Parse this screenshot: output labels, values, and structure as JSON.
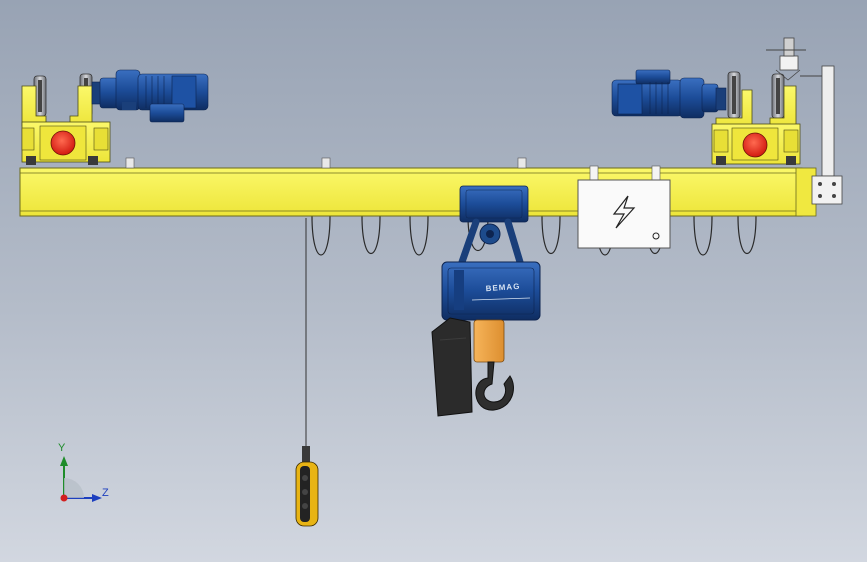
{
  "scene": {
    "hoist_nameplate": "BEMAG",
    "electrical_panel_symbol": "high-voltage-icon",
    "colors": {
      "girder": "#f7f24a",
      "girder_outline": "#6b6a1c",
      "motor": "#1c4c98",
      "hoist_body": "#1d4b8c",
      "chain_bag": "#2b2b2b",
      "hook_block": "#f0a848",
      "end_carriage": "#f2ea3f",
      "buffer": "#e8261c",
      "pendant": "#e8b414"
    }
  },
  "axis_triad": {
    "y_label": "Y",
    "z_label": "Z",
    "y_color": "#1e8c2a",
    "z_color": "#1d3fbf",
    "origin_color": "#d21f1f"
  }
}
